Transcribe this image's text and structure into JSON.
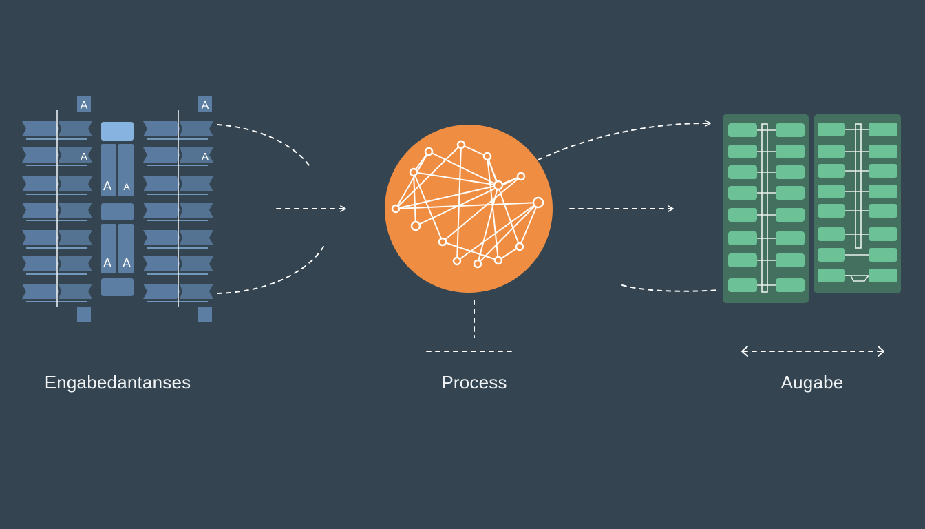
{
  "diagram": {
    "stages": [
      {
        "id": "input",
        "label": "Engabedantanses",
        "icon": "structured-data-blocks-icon"
      },
      {
        "id": "process",
        "label": "Process",
        "icon": "network-nodes-icon"
      },
      {
        "id": "output",
        "label": "Augabe",
        "icon": "green-data-table-icon"
      }
    ],
    "input_glyph": "A",
    "colors": {
      "background": "#344551",
      "input_blue": "#5d7ea3",
      "input_light": "#86b3df",
      "process_orange": "#ef8e43",
      "output_green": "#6cc196",
      "output_panel": "#44705f",
      "connector": "#ffffff",
      "label_text": "#f1f4f6"
    }
  }
}
